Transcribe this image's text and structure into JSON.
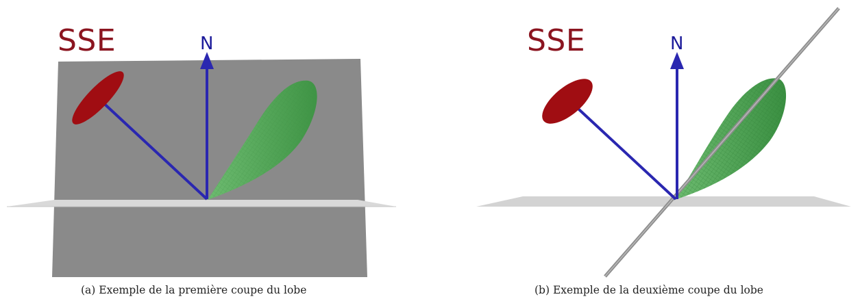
{
  "panel_a": {
    "label": "SSE",
    "normal_label": "N",
    "caption": "(a) Exemple de la première coupe du lobe"
  },
  "panel_b": {
    "label": "SSE",
    "normal_label": "N",
    "caption": "(b) Exemple de la deuxième coupe du lobe"
  },
  "colors": {
    "vertical_plane": "#8a8a8a",
    "horizontal_plane": "#d6d6d6",
    "disc": "#a00d12",
    "rays": "#2a27b0",
    "lobe": "#5fae63",
    "label": "#8b1520"
  }
}
